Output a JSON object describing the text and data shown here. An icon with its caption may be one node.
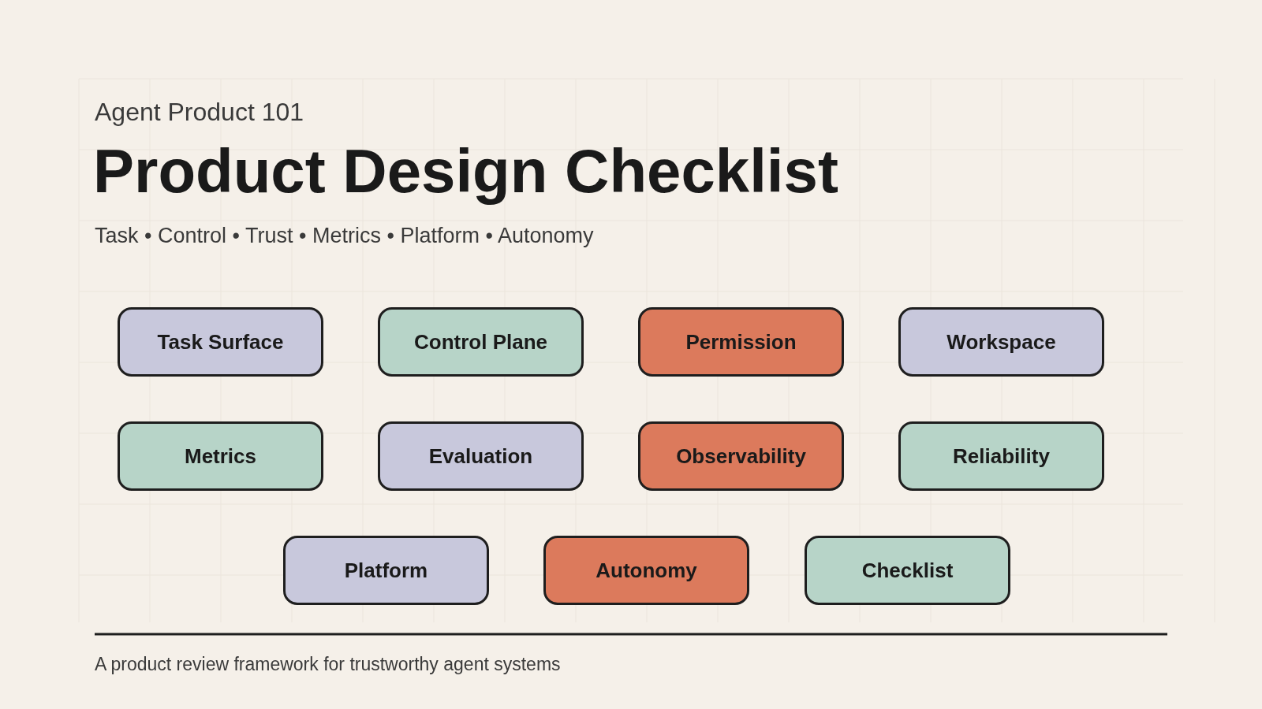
{
  "diagram": {
    "title": "Product Design Checklist",
    "caption": "A product review framework for trustworthy agent systems",
    "nodes": [
      {
        "text": [
          "Task Surface"
        ]
      },
      {
        "text": [
          "Control Plane"
        ]
      },
      {
        "text": [
          "Permission"
        ]
      },
      {
        "text": [
          "Workspace"
        ]
      },
      {
        "text": [
          "Metrics"
        ]
      },
      {
        "text": [
          "Evaluation"
        ]
      },
      {
        "text": [
          "Observability"
        ]
      },
      {
        "text": [
          "Reliability"
        ]
      },
      {
        "text": [
          "Platform"
        ]
      },
      {
        "text": [
          "Autonomy"
        ]
      },
      {
        "text": [
          "Checklist"
        ]
      }
    ],
    "labels": [
      "Agent Product 101",
      "Task • Control • Trust • Metrics • Platform • Autonomy"
    ]
  }
}
